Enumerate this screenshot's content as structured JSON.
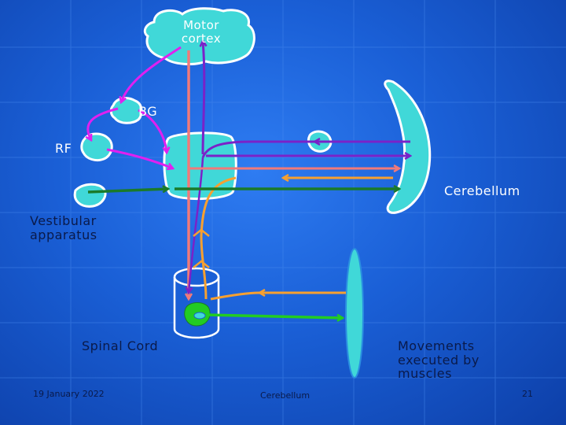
{
  "labels": {
    "motor_cortex": "Motor cortex",
    "bg": "BG",
    "rf": "RF",
    "cerebellum": "Cerebellum",
    "vestibular_apparatus": "Vestibular apparatus",
    "spinal_cord": "Spinal Cord",
    "movements": "Movements executed by muscles"
  },
  "footer": {
    "date": "19 January 2022",
    "title": "Cerebellum",
    "page_number": "21"
  },
  "colors": {
    "background": "#1a5fd6",
    "structure_fill": "#40d8d8",
    "magenta": "#e020f0",
    "purple": "#7a22c8",
    "salmon": "#f07a7a",
    "orange": "#f7a030",
    "dark_green": "#1a7a2a",
    "bright_green": "#22cc22"
  }
}
